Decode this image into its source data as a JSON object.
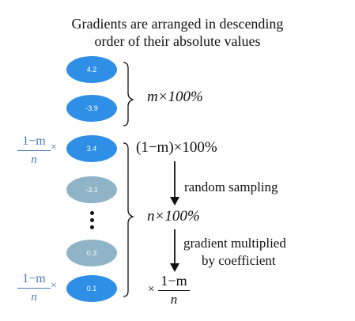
{
  "title": {
    "line1": "Gradients are arranged in descending",
    "line2": "order of their absolute values"
  },
  "gradients": [
    {
      "value": "4.2",
      "color": "#2f8fe6"
    },
    {
      "value": "-3.9",
      "color": "#2f8fe6"
    },
    {
      "value": "3.4",
      "color": "#2f8fe6"
    },
    {
      "value": "-3.1",
      "color": "#8fb3c7"
    },
    {
      "value": "0.3",
      "color": "#8fb3c7"
    },
    {
      "value": "0.1",
      "color": "#2f8fe6"
    }
  ],
  "side_fraction": {
    "numerator": "1−m",
    "denominator": "n",
    "times": "×"
  },
  "labels": {
    "top_group": "m×100%",
    "middle_group": "(1−m)×100%",
    "random_sampling": "random sampling",
    "n_group": "n×100%",
    "multiplied_line1": "gradient multiplied",
    "multiplied_line2": "by coefficient",
    "coef_times": "×",
    "coef_numerator": "1−m",
    "coef_denominator": "n"
  }
}
